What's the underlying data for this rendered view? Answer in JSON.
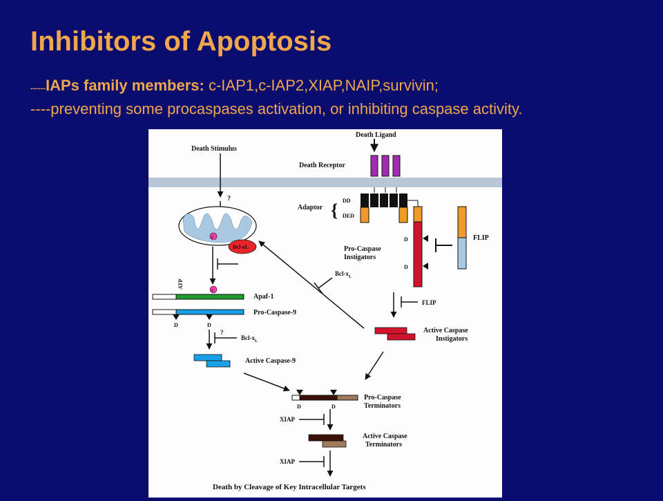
{
  "slide": {
    "title": "Inhibitors of Apoptosis",
    "line1": {
      "dashes": "------",
      "label": "IAPs family members:",
      "members": " c-IAP1,c-IAP2,XIAP,NAIP,survivin;"
    },
    "line2": "----preventing some procaspases activation, or inhibiting caspase activity."
  },
  "diagram": {
    "death_ligand": "Death Ligand",
    "death_stimulus": "Death Stimulus",
    "death_receptor": "Death Receptor",
    "question_mark": "?",
    "adaptor": "Adaptor",
    "dd": "DD",
    "ded": "DED",
    "flip": "FLIP",
    "pro_caspase_instigators_1": "Pro-Caspase",
    "pro_caspase_instigators_2": "Instigators",
    "bcl_xl": "Bcl-xL",
    "bcl_x": "Bcl-x",
    "sub_l": "L",
    "c_marker": "c",
    "atp": "ATP",
    "apaf1": "Apaf-1",
    "pro_caspase9": "Pro-Caspase-9",
    "d_label": "D",
    "active_caspase9": "Active  Caspase-9",
    "active_caspase_instigators_1": "Active Caspase",
    "active_caspase_instigators_2": "Instigators",
    "pro_caspase_terminators_1": "Pro-Caspase",
    "pro_caspase_terminators_2": "Terminators",
    "xiap": "XIAP",
    "active_caspase_terminators_1": "Active  Caspase",
    "active_caspase_terminators_2": "Terminators",
    "death_by_cleavage": "Death by Cleavage of Key Intracellular Targets",
    "colors": {
      "receptor": "#a02cb0",
      "membrane": "#b8c6d8",
      "mito_cristae": "#a9c8e2",
      "bcl": "#e8262a",
      "apaf": "#1f9a2c",
      "caspase9": "#1aa0e8",
      "instigator_red": "#d0142c",
      "orange": "#f09a28",
      "terminator_dark": "#3a1208",
      "terminator_tan": "#a07a5a"
    }
  }
}
